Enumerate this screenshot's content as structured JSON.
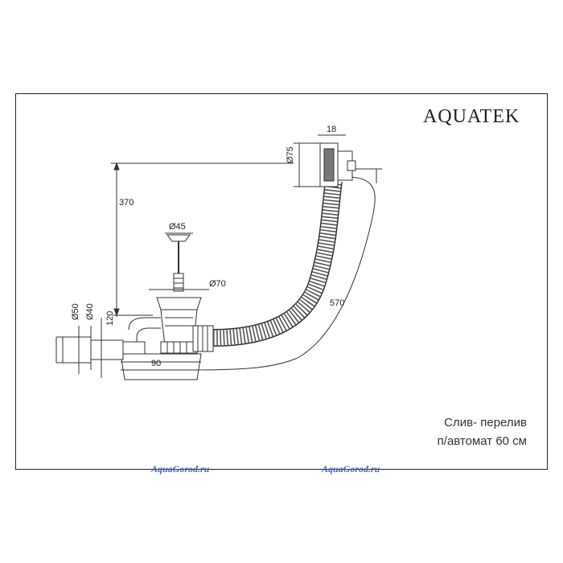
{
  "brand": "AQUATEK",
  "caption": {
    "line1": "Слив- перелив",
    "line2": "п/автомат 60 см"
  },
  "dimensions": {
    "height_total": "370",
    "overflow_diameter": "Ø75",
    "overflow_depth": "18",
    "plug_diameter": "Ø45",
    "drain_diameter": "Ø70",
    "outlet_outer": "Ø50",
    "outlet_inner": "Ø40",
    "trap_height": "120",
    "trap_offset": "90",
    "hose_length": "570"
  },
  "watermarks": [
    "AquaGorod.ru",
    "AquaGorod.ru"
  ]
}
